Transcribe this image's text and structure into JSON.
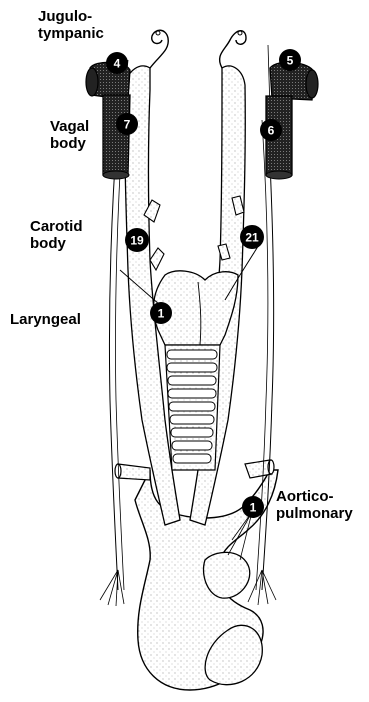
{
  "labels": {
    "jugulotympanic": [
      "Jugulo-",
      "tympanic"
    ],
    "vagal_body": [
      "Vagal",
      "body"
    ],
    "carotid_body": [
      "Carotid",
      "body"
    ],
    "laryngeal": [
      "Laryngeal"
    ],
    "aorticopulmonary": [
      "Aortico-",
      "pulmonary"
    ]
  },
  "markers": [
    "4",
    "5",
    "7",
    "6",
    "19",
    "21",
    "1",
    "1"
  ],
  "colors": {
    "ink": "#000000",
    "paper": "#ffffff",
    "badge": "#000000",
    "stipple": "#555555"
  }
}
